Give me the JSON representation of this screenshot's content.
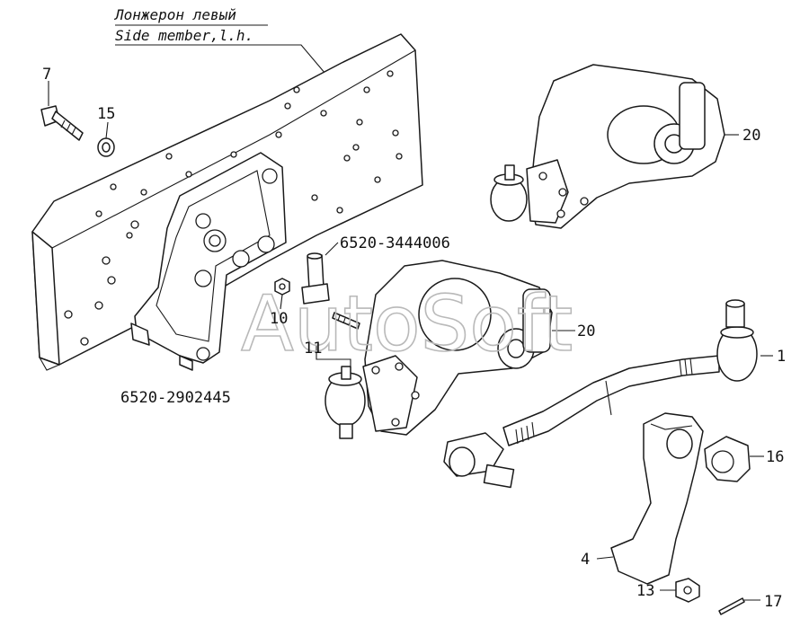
{
  "title": {
    "ru": "Лонжерон левый",
    "en": "Side member,l.h."
  },
  "watermark": "AutoSoft",
  "callouts": {
    "c7": "7",
    "c15": "15",
    "c20a": "20",
    "c20b": "20",
    "c1": "1",
    "c10": "10",
    "c11": "11",
    "c16": "16",
    "c4": "4",
    "c13": "13",
    "c17": "17",
    "pn_3444006": "6520-3444006",
    "pn_2902445": "6520-2902445"
  },
  "colors": {
    "line": "#1a1a1a",
    "watermark": "#b9b9b9",
    "background": "#ffffff"
  }
}
